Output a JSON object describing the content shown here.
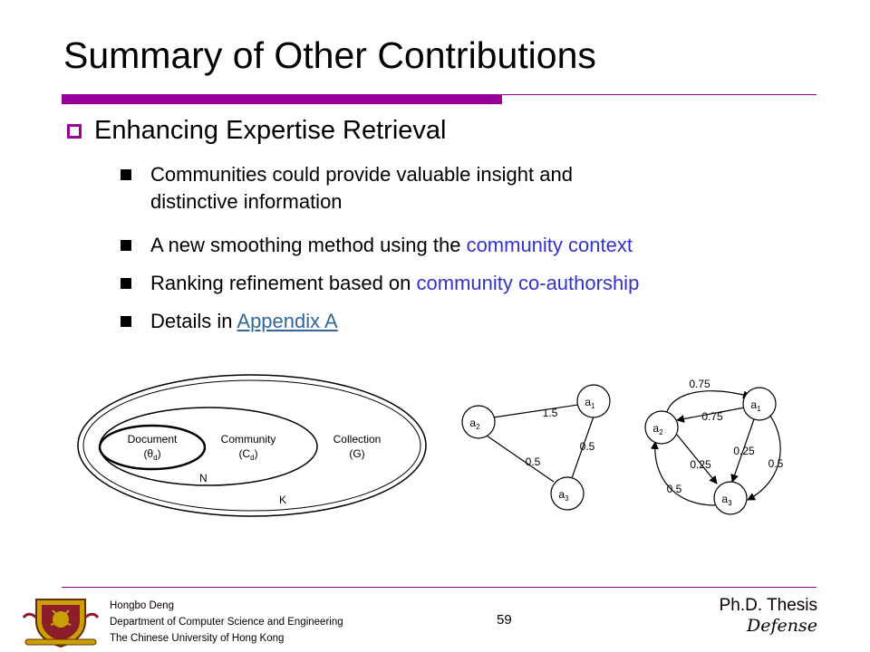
{
  "slide": {
    "title": "Summary of Other Contributions",
    "heading": "Enhancing Expertise Retrieval",
    "bullets": [
      {
        "line1": "Communities could provide valuable insight and",
        "line2": "distinctive information"
      },
      {
        "text": "A new smoothing method using the ",
        "highlight": "community context"
      },
      {
        "text": "Ranking refinement based on ",
        "highlight": "community co-authorship"
      },
      {
        "text": "Details in ",
        "link": "Appendix A"
      }
    ]
  },
  "diagram_nested": {
    "document": "Document",
    "document_sub": "(θ",
    "document_sub_idx": "d",
    "community": "Community",
    "community_sub": "(C",
    "community_sub_idx": "d",
    "collection": "Collection",
    "collection_sub": "(G)",
    "label_n": "N",
    "label_k": "K",
    "close_paren": ")"
  },
  "graph_left": {
    "node_a1": "a",
    "node_a1_idx": "1",
    "node_a2": "a",
    "node_a2_idx": "2",
    "node_a3": "a",
    "node_a3_idx": "3",
    "w_a2_a1": "1.5",
    "w_a1_a3": "0.5",
    "w_a2_a3": "0.5"
  },
  "graph_right": {
    "node_a1": "a",
    "node_a1_idx": "1",
    "node_a2": "a",
    "node_a2_idx": "2",
    "node_a3": "a",
    "node_a3_idx": "3",
    "w_outer_top": "0.75",
    "w_inner_top": "0.75",
    "w_inner_mid": "0.25",
    "w_inner_left": "0.25",
    "w_outer_right": "0.5",
    "w_outer_left": "0.5"
  },
  "footer": {
    "author": "Hongbo Deng",
    "dept": "Department of Computer Science and Engineering",
    "univ": "The Chinese University of Hong Kong",
    "page": "59",
    "thesis": "Ph.D. Thesis",
    "defense": "Defense"
  },
  "colors": {
    "accent": "#990099",
    "highlight": "#3333cc",
    "link": "#336699"
  }
}
